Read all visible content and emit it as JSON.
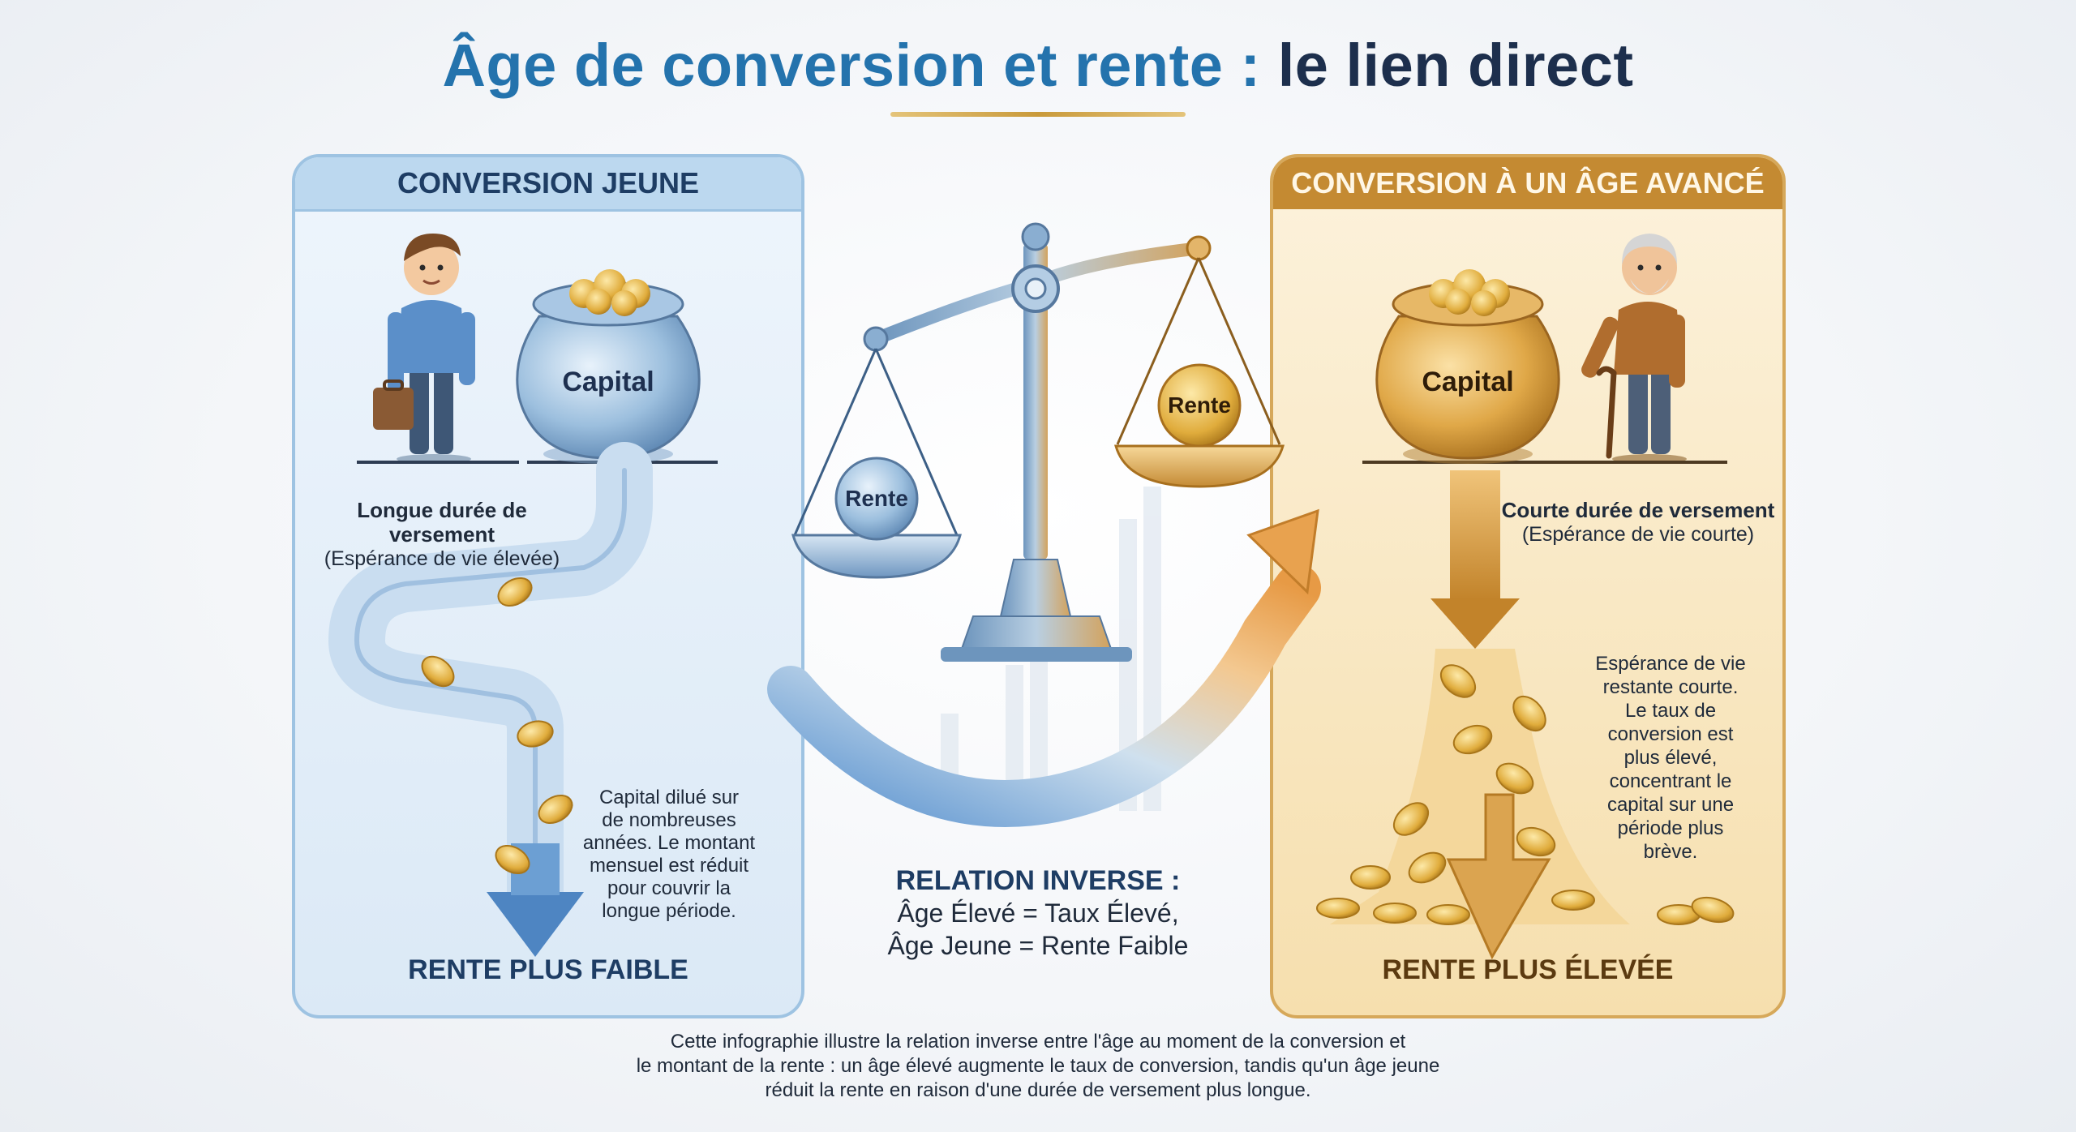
{
  "title": {
    "part1": "Âge de conversion et rente :",
    "part2": "le lien direct"
  },
  "left_panel": {
    "heading": "CONVERSION JEUNE",
    "pot_label": "Capital",
    "duration_title": "Longue durée de versement",
    "duration_sub": "(Espérance de vie élevée)",
    "explanation": [
      "Capital dilué sur",
      "de nombreuses",
      "années. Le montant",
      "mensuel est réduit",
      "pour couvrir la",
      "longue période."
    ],
    "footer": "RENTE PLUS FAIBLE"
  },
  "right_panel": {
    "heading": "CONVERSION À UN ÂGE AVANCÉ",
    "pot_label": "Capital",
    "duration_title": "Courte durée de versement",
    "duration_sub": "(Espérance de vie courte)",
    "explanation": [
      "Espérance de vie",
      "restante courte.",
      "Le taux de",
      "conversion est",
      "plus élevé,",
      "concentrant le",
      "capital sur une",
      "période plus",
      "brève."
    ],
    "footer": "RENTE PLUS ÉLEVÉE"
  },
  "scale": {
    "left_weight": "Rente",
    "right_weight": "Rente"
  },
  "relation": {
    "title": "RELATION INVERSE :",
    "line1": "Âge Élevé = Taux Élevé,",
    "line2": "Âge Jeune = Rente Faible"
  },
  "caption": {
    "line1": "Cette infographie illustre la relation inverse entre l'âge au moment de la conversion et",
    "line2": "le montant de la rente : un âge élevé augmente le taux de conversion, tandis qu'un âge jeune",
    "line3": "réduit la rente en raison d'une durée de versement plus longue."
  },
  "colors": {
    "title_blue": "#2473ad",
    "title_dark": "#1d2f4d",
    "young_blue": "#9ec3e2",
    "old_gold": "#c48a32"
  }
}
